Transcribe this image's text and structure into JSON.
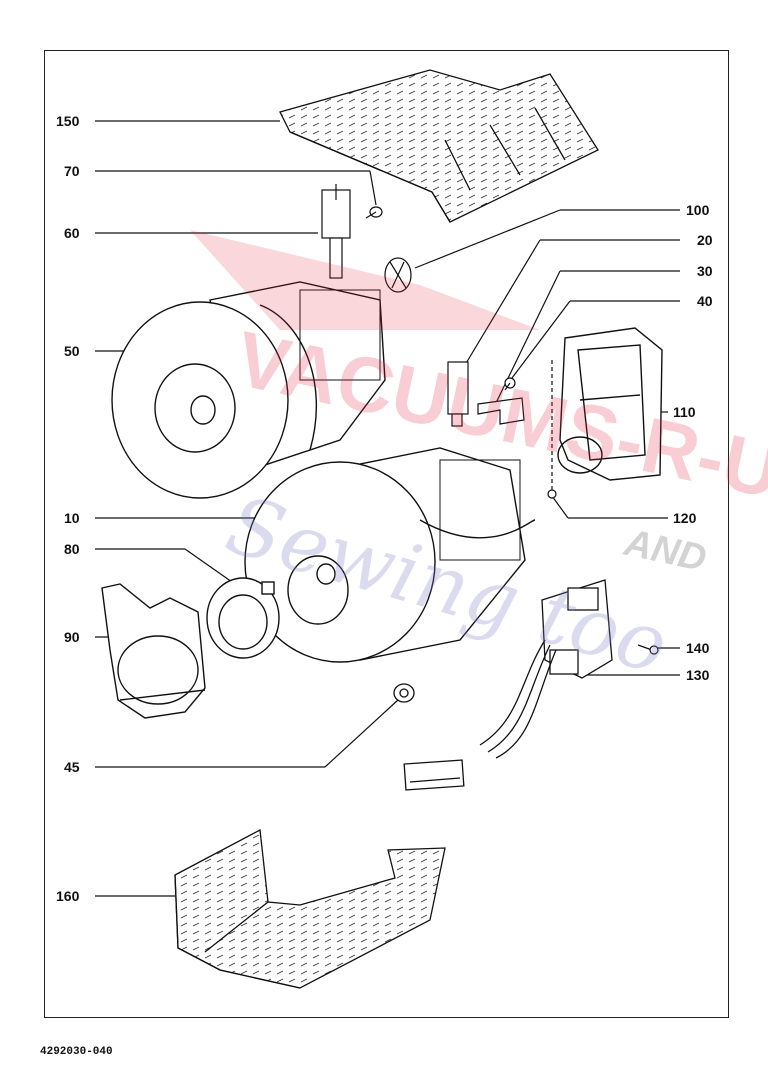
{
  "diagram": {
    "callouts": [
      {
        "id": "150",
        "text": "150"
      },
      {
        "id": "70",
        "text": "70"
      },
      {
        "id": "60",
        "text": "60"
      },
      {
        "id": "100",
        "text": "100"
      },
      {
        "id": "20",
        "text": "20"
      },
      {
        "id": "30",
        "text": "30"
      },
      {
        "id": "40",
        "text": "40"
      },
      {
        "id": "50",
        "text": "50"
      },
      {
        "id": "110",
        "text": "110"
      },
      {
        "id": "10",
        "text": "10"
      },
      {
        "id": "120",
        "text": "120"
      },
      {
        "id": "80",
        "text": "80"
      },
      {
        "id": "90",
        "text": "90"
      },
      {
        "id": "140",
        "text": "140"
      },
      {
        "id": "130",
        "text": "130"
      },
      {
        "id": "45",
        "text": "45"
      },
      {
        "id": "160",
        "text": "160"
      }
    ],
    "document_code": "4292030-040"
  },
  "watermark": {
    "line1": "VACUUMS-R-US",
    "line2": "AND",
    "line3": "Sewing too",
    "colors": {
      "red": "#e0223a",
      "blue": "#7d82c9"
    }
  }
}
